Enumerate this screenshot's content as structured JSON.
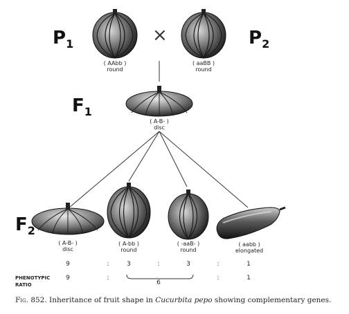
{
  "labels": {
    "p1": "P",
    "p1_sub": "1",
    "p2": "P",
    "p2_sub": "2",
    "f1": "F",
    "f1_sub": "1",
    "f2": "F",
    "f2_sub": "2",
    "cross": "×"
  },
  "parents": [
    {
      "genotype": "( AAbb )",
      "phenotype": "round"
    },
    {
      "genotype": "( aaBB )",
      "phenotype": "round"
    }
  ],
  "f1": {
    "genotype": "( A-B- )",
    "phenotype": "disc"
  },
  "f2": [
    {
      "genotype": "( A-B- )",
      "phenotype": "disc"
    },
    {
      "genotype": "( A-bb )",
      "phenotype": "round"
    },
    {
      "genotype": "( -aaB- )",
      "phenotype": "round"
    },
    {
      "genotype": "( aabb )",
      "phenotype": "elongated"
    }
  ],
  "ratios": {
    "row1": [
      "9",
      ":",
      "3",
      ":",
      "3",
      ":",
      "1"
    ],
    "row2_label_line1": "PHENOTYPIC",
    "row2_label_line2": "RATIO",
    "row2": [
      "9",
      ":",
      "6",
      ":",
      "1"
    ]
  },
  "caption": {
    "prefix": "Fig. 852.",
    "text": " Inheritance of fruit shape in ",
    "species": "Cucurbita pepo",
    "suffix": " showing complementary genes."
  }
}
